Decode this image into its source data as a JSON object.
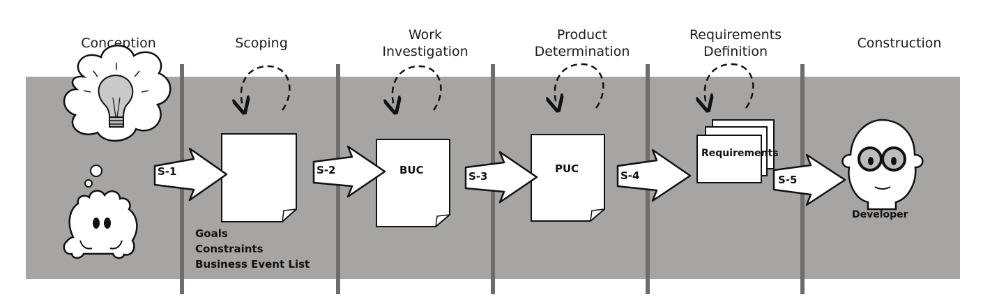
{
  "phases": [
    {
      "title": "Conception"
    },
    {
      "title": "Scoping"
    },
    {
      "title": "Work\nInvestigation"
    },
    {
      "title": "Product\nDetermination"
    },
    {
      "title": "Requirements\nDefinition"
    },
    {
      "title": "Construction"
    }
  ],
  "arrows": [
    "S-1",
    "S-2",
    "S-3",
    "S-4",
    "S-5"
  ],
  "documents": {
    "buc": "BUC",
    "puc": "PUC",
    "requirements": "Requirements"
  },
  "scoping_outputs": [
    "Goals",
    "Constraints",
    "Business Event List"
  ],
  "developer_label": "Developer",
  "colors": {
    "band": "#a7a5a4",
    "divider": "#6e6d6c",
    "ink": "#111111",
    "paper": "#ffffff"
  },
  "icons": [
    "lightbulb-thought-cloud-icon",
    "fuzzy-creature-icon",
    "cycle-arrow-icon",
    "developer-head-icon"
  ]
}
